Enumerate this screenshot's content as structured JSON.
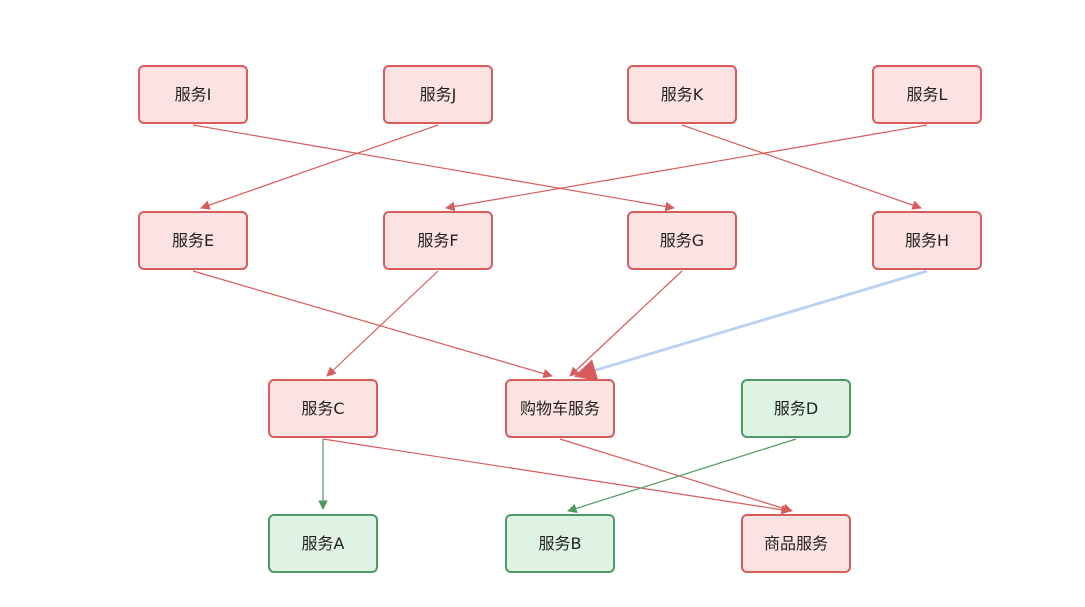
{
  "diagram": {
    "colors": {
      "failed_fill": "#fde2e2",
      "failed_stroke": "#d95c5c",
      "healthy_fill": "#dff3e4",
      "healthy_stroke": "#4f9a64",
      "highlight_edge": "#b9d1f2"
    },
    "nodes": [
      {
        "id": "I",
        "label": "服务I",
        "status": "failed"
      },
      {
        "id": "J",
        "label": "服务J",
        "status": "failed"
      },
      {
        "id": "K",
        "label": "服务K",
        "status": "failed"
      },
      {
        "id": "L",
        "label": "服务L",
        "status": "failed"
      },
      {
        "id": "E",
        "label": "服务E",
        "status": "failed"
      },
      {
        "id": "F",
        "label": "服务F",
        "status": "failed"
      },
      {
        "id": "G",
        "label": "服务G",
        "status": "failed"
      },
      {
        "id": "H",
        "label": "服务H",
        "status": "failed"
      },
      {
        "id": "C",
        "label": "服务C",
        "status": "failed"
      },
      {
        "id": "cart",
        "label": "购物车服务",
        "status": "failed"
      },
      {
        "id": "D",
        "label": "服务D",
        "status": "healthy"
      },
      {
        "id": "A",
        "label": "服务A",
        "status": "healthy"
      },
      {
        "id": "B",
        "label": "服务B",
        "status": "healthy"
      },
      {
        "id": "goods",
        "label": "商品服务",
        "status": "failed"
      }
    ],
    "edges": [
      {
        "from": "I",
        "to": "G",
        "style": "failed"
      },
      {
        "from": "J",
        "to": "E",
        "style": "failed"
      },
      {
        "from": "K",
        "to": "H",
        "style": "failed"
      },
      {
        "from": "L",
        "to": "F",
        "style": "failed"
      },
      {
        "from": "E",
        "to": "cart",
        "style": "failed"
      },
      {
        "from": "F",
        "to": "C",
        "style": "failed"
      },
      {
        "from": "G",
        "to": "cart",
        "style": "failed"
      },
      {
        "from": "H",
        "to": "cart",
        "style": "highlight"
      },
      {
        "from": "C",
        "to": "A",
        "style": "healthy"
      },
      {
        "from": "C",
        "to": "goods",
        "style": "failed"
      },
      {
        "from": "cart",
        "to": "goods",
        "style": "failed"
      },
      {
        "from": "D",
        "to": "B",
        "style": "healthy"
      }
    ]
  }
}
